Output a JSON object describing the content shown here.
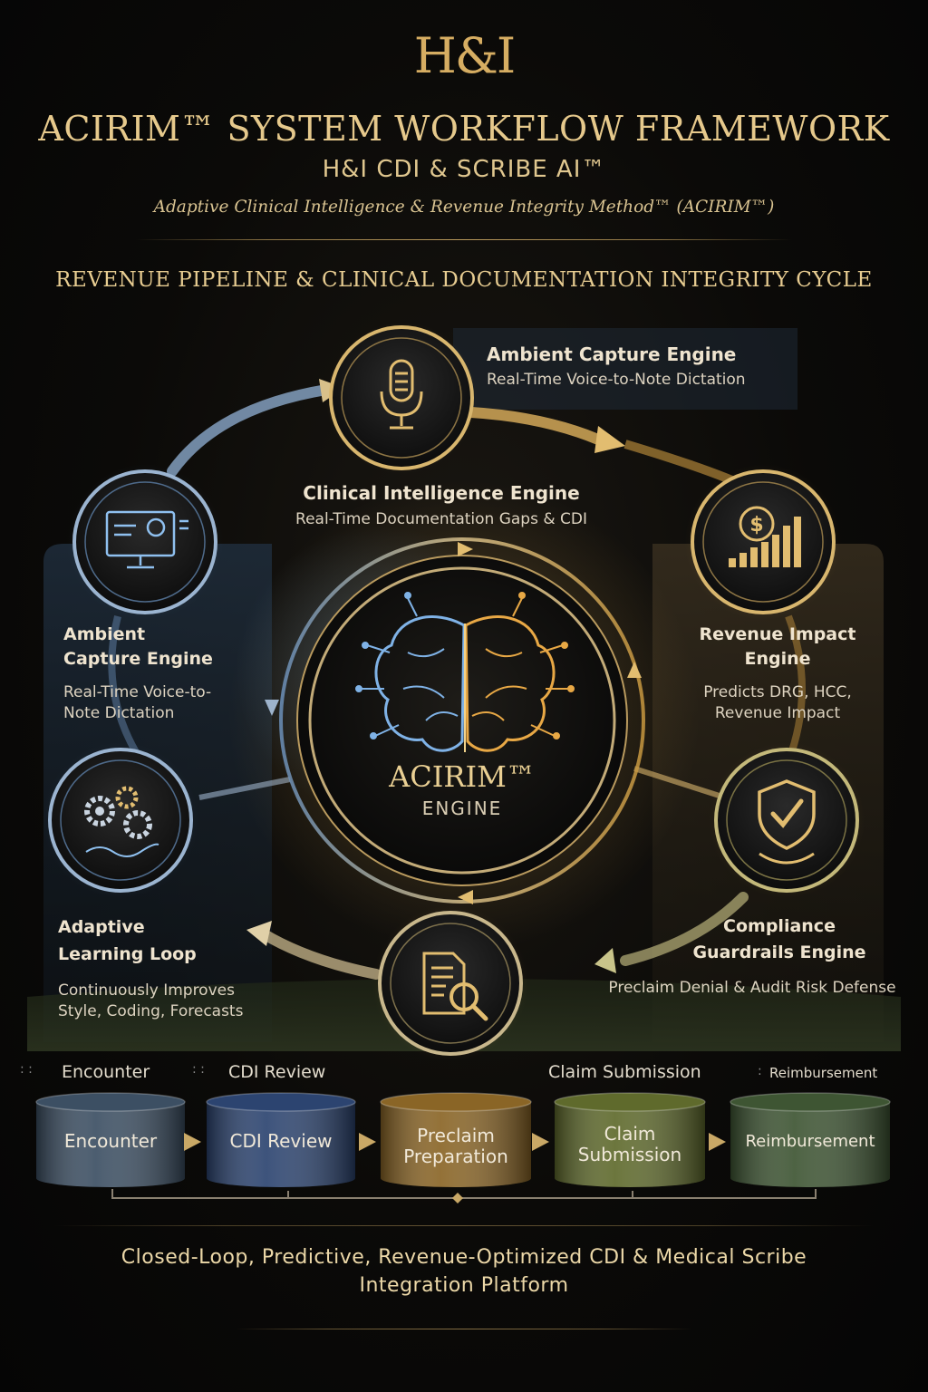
{
  "header": {
    "logo": "H&I",
    "title": "ACIRIM™ SYSTEM WORKFLOW FRAMEWORK",
    "subtitle": "H&I CDI & SCRIBE AI™",
    "tagline": "Adaptive Clinical Intelligence & Revenue Integrity Method™ (ACIRIM™)"
  },
  "section_heading": "REVENUE PIPELINE & CLINICAL DOCUMENTATION INTEGRITY CYCLE",
  "core": {
    "title": "ACIRIM™",
    "subtitle": "ENGINE"
  },
  "nodes": {
    "top": {
      "label": "Ambient Capture Engine",
      "desc": "Real-Time Voice-to-Note Dictation",
      "icon": "microphone-icon"
    },
    "clinical": {
      "label": "Clinical Intelligence Engine",
      "desc": "Real-Time Documentation Gaps & CDI"
    },
    "left_upper": {
      "label_line1": "Ambient",
      "label_line2": "Capture Engine",
      "desc_line1": "Real-Time Voice-to-",
      "desc_line2": "Note Dictation",
      "icon": "monitor-icon"
    },
    "right_upper": {
      "label_line1": "Revenue Impact",
      "label_line2": "Engine",
      "desc_line1": "Predicts DRG, HCC,",
      "desc_line2": "Revenue Impact",
      "icon": "dollar-chart-icon"
    },
    "left_lower": {
      "label_line1": "Adaptive",
      "label_line2": "Learning Loop",
      "desc_line1": "Continuously Improves",
      "desc_line2": "Style, Coding, Forecasts",
      "icon": "gears-icon"
    },
    "right_lower": {
      "label_line1": "Compliance",
      "label_line2": "Guardrails Engine",
      "desc": "Preclaim Denial & Audit Risk Defense",
      "icon": "shield-check-icon"
    },
    "bottom": {
      "icon": "document-search-icon"
    }
  },
  "pipeline": {
    "top_labels": [
      "Encounter",
      "CDI Review",
      "Claim Submission",
      "Reimbursement"
    ],
    "stages": [
      {
        "line1": "Encounter",
        "line2": "",
        "color": "#3c4f63"
      },
      {
        "line1": "CDI Review",
        "line2": "",
        "color": "#2c4470"
      },
      {
        "line1": "Preclaim",
        "line2": "Preparation",
        "color": "#8a6526"
      },
      {
        "line1": "Claim",
        "line2": "Submission",
        "color": "#5f6a2c"
      },
      {
        "line1": "Reimbursement",
        "line2": "",
        "color": "#3e5533"
      }
    ]
  },
  "footer": {
    "line1": "Closed-Loop, Predictive, Revenue-Optimized CDI & Medical Scribe",
    "line2": "Integration Platform"
  }
}
